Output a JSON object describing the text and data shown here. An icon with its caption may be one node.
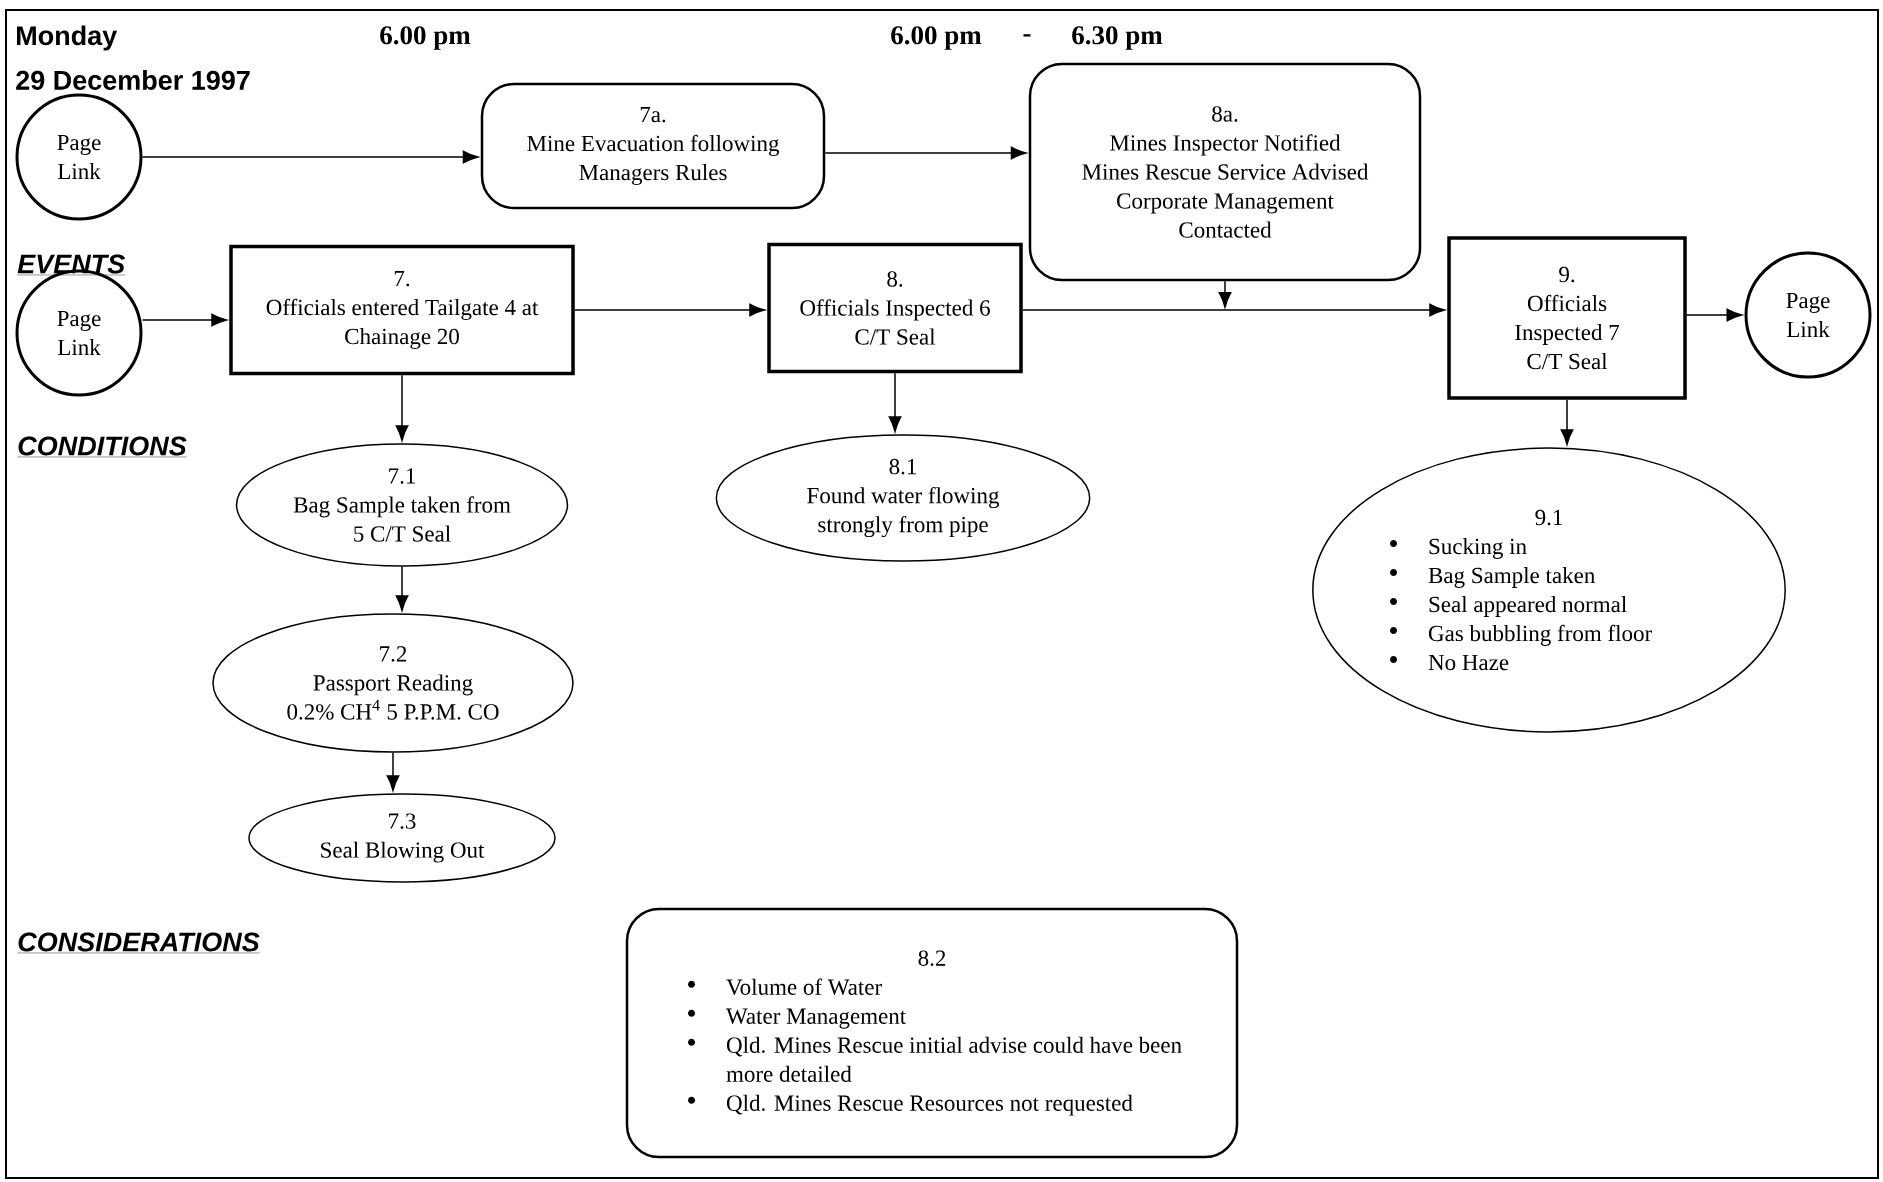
{
  "diagram": {
    "nodes": [
      {
        "text": [
          "Page Link"
        ]
      },
      {
        "text": [
          "7a.",
          "Mine Evacuation following Managers Rules"
        ]
      },
      {
        "text": [
          "8a.",
          "Mines Inspector Notified",
          "Mines Rescue Service Advised",
          "Corporate Management Contacted"
        ]
      },
      {
        "text": [
          "Page Link"
        ]
      },
      {
        "text": [
          "7.",
          "Officials entered Tailgate 4 at Chainage 20"
        ]
      },
      {
        "text": [
          "8.",
          "Officials Inspected 6 C/T Seal"
        ]
      },
      {
        "text": [
          "9.",
          "Officials Inspected 7 C/T Seal"
        ]
      },
      {
        "text": [
          "Page Link"
        ]
      },
      {
        "text": [
          "7.1",
          "Bag Sample taken from 5 C/T Seal"
        ]
      },
      {
        "text": [
          "7.2",
          "Passport Reading",
          "0.2% CH$^{4}$ 5 P.P.M. CO"
        ]
      },
      {
        "text": [
          "7.3",
          "Seal Blowing Out"
        ]
      },
      {
        "text": [
          "8.1",
          "Found water flowing strongly from pipe"
        ]
      },
      {
        "text": [
          "9.1",
          "Sucking in",
          "Bag Sample taken",
          "Seal appeared normal",
          "Gas bubbling from floor",
          "No Haze"
        ]
      },
      {
        "text": [
          "8.2",
          "Volume of Water",
          "Water Management",
          "Qld. Mines Rescue initial advise could have been more detailed",
          "Qld. Mines Rescue Resources not requested"
        ]
      }
    ],
    "edges": [
      {
        "from": 0,
        "to": 1,
        "arrow": "to"
      },
      {
        "from": 1,
        "to": 2,
        "arrow": "to"
      },
      {
        "from": 2,
        "to": null,
        "arrow": "to"
      },
      {
        "from": 3,
        "to": 4,
        "arrow": "to"
      },
      {
        "from": 4,
        "to": 5,
        "arrow": "to"
      },
      {
        "from": 5,
        "to": 6,
        "arrow": "to"
      },
      {
        "from": 6,
        "to": 7,
        "arrow": "to"
      },
      {
        "from": 4,
        "to": 8,
        "arrow": "to"
      },
      {
        "from": 8,
        "to": 9,
        "arrow": "to"
      },
      {
        "from": 9,
        "to": 10,
        "arrow": "to"
      },
      {
        "from": 5,
        "to": 11,
        "arrow": "to"
      },
      {
        "from": 6,
        "to": 12,
        "arrow": "to"
      }
    ],
    "labels": [
      "Monday",
      "6.00 pm",
      "6.00 pm",
      "-",
      "6.30 pm",
      "29 December 1997",
      "EVENTS",
      "CONDITIONS",
      "CONSIDERATIONS"
    ]
  }
}
